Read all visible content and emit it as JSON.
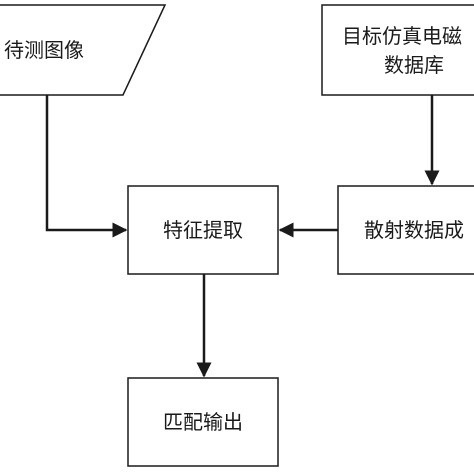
{
  "nodes": {
    "input_image": {
      "label": "待测图像"
    },
    "em_database": {
      "label_line1": "目标仿真电磁",
      "label_line2": "数据库"
    },
    "feature_extraction": {
      "label": "特征提取"
    },
    "scatter_data": {
      "label": "散射数据成"
    },
    "match_output": {
      "label": "匹配输出"
    }
  }
}
